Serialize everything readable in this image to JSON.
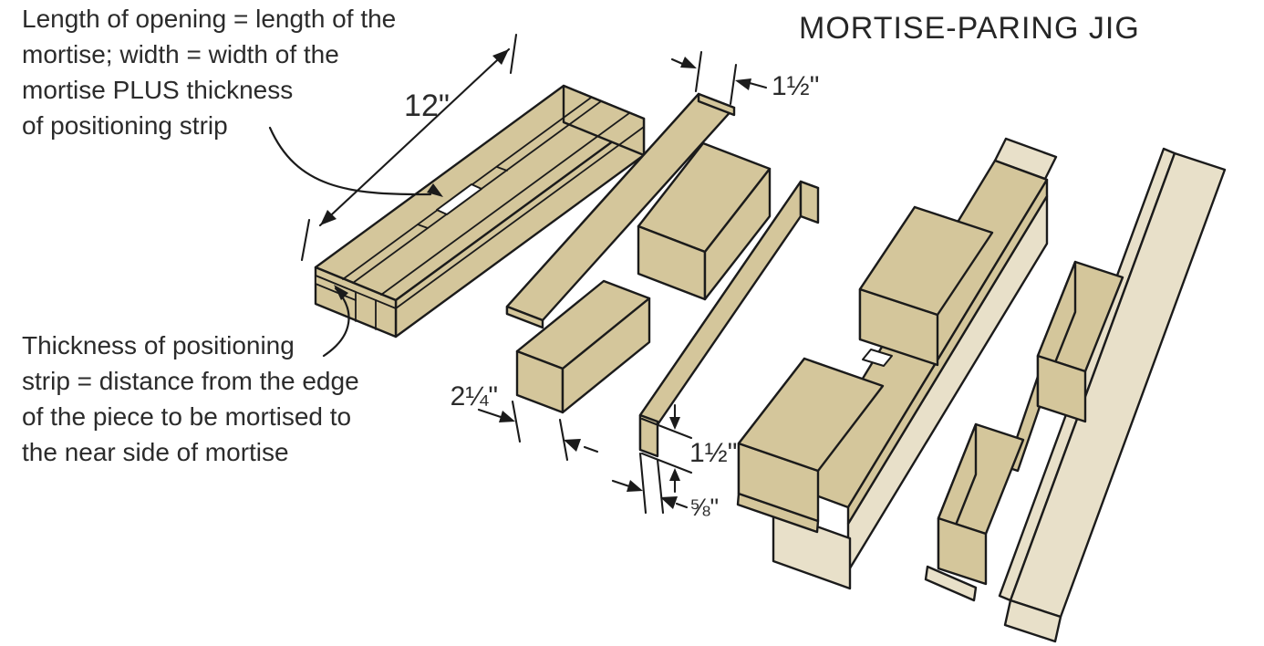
{
  "title": "MORTISE-PARING JIG",
  "colors": {
    "wood": "#d4c69b",
    "wood_light": "#e8e0c9",
    "line": "#1b1b1b",
    "label_text": "#2b2b2b",
    "background": "#ffffff"
  },
  "callouts": {
    "opening_note": {
      "lines": [
        "Length of opening = length of the",
        "mortise; width = width of the",
        "mortise PLUS thickness",
        "of positioning strip"
      ]
    },
    "thickness_note": {
      "lines": [
        "Thickness of positioning",
        "strip = distance from the edge",
        "of the piece to be mortised to",
        "the near side of mortise"
      ]
    }
  },
  "dimensions": {
    "jig_length": "12\"",
    "top_plate_end_width": "1½\"",
    "spacer_block_width": "2¼\"",
    "positioning_strip_height": "1½\"",
    "positioning_strip_thickness": "⅝\""
  }
}
